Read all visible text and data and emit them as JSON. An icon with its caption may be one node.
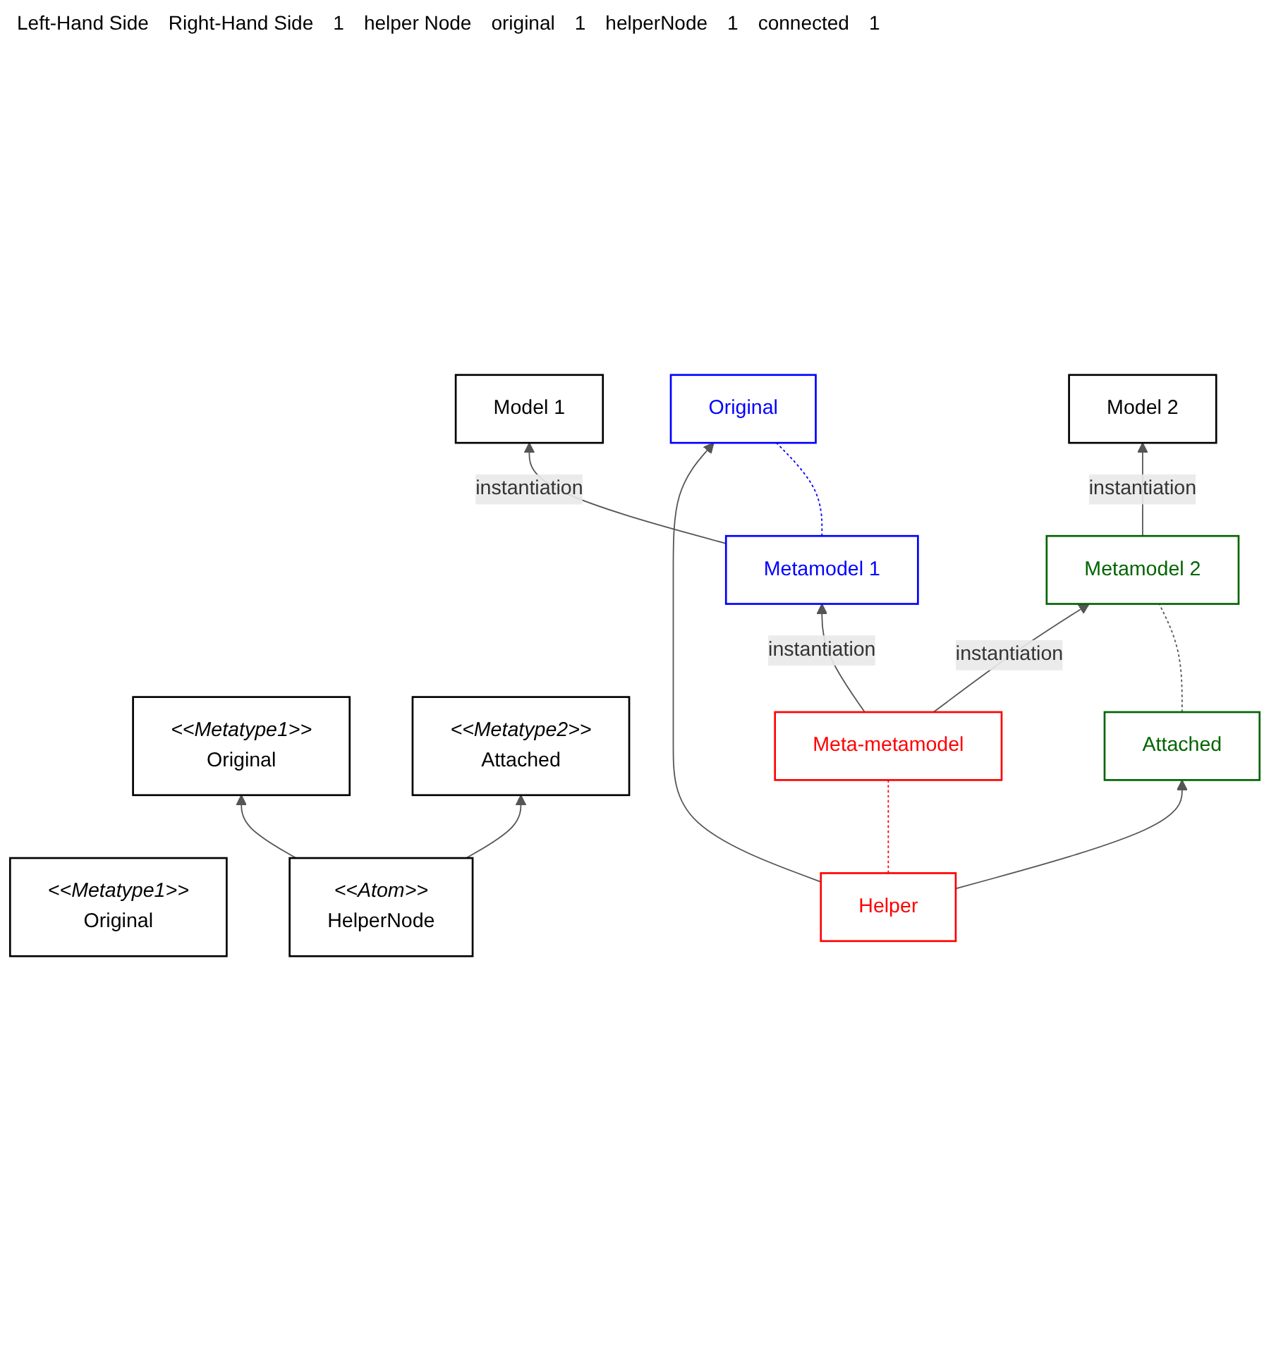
{
  "diagram": {
    "nodes": [
      {
        "text": [
          "<<Metatype1>>",
          "Original"
        ]
      },
      {
        "text": [
          "<<Metatype1>>",
          "Original"
        ]
      },
      {
        "text": [
          "<<Atom>>",
          "HelperNode"
        ]
      },
      {
        "text": [
          "<<Metatype2>>",
          "Attached"
        ]
      },
      {
        "text": [
          "Model 1"
        ]
      },
      {
        "text": [
          "Model 2"
        ]
      },
      {
        "text": [
          "Metamodel 1"
        ]
      },
      {
        "text": [
          "Original"
        ]
      },
      {
        "text": [
          "Attached"
        ]
      },
      {
        "text": [
          "Helper"
        ]
      },
      {
        "text": [
          "Metamodel 2"
        ]
      },
      {
        "text": [
          "Meta-metamodel"
        ]
      }
    ],
    "edges": [
      {
        "from": 2,
        "to": 1,
        "arrow": "to"
      },
      {
        "from": 2,
        "to": 3,
        "arrow": "to"
      },
      {
        "from": 6,
        "to": 4,
        "arrow": "to",
        "label": "instantiation"
      },
      {
        "from": 10,
        "to": 5,
        "arrow": "to",
        "label": "instantiation"
      },
      {
        "from": 6,
        "to": 7,
        "arrow": "none",
        "style": "dashed",
        "color": "#0000ff"
      },
      {
        "from": 9,
        "to": 7,
        "arrow": "to"
      },
      {
        "from": 9,
        "to": 8,
        "arrow": "to"
      },
      {
        "from": 8,
        "to": 10,
        "arrow": "none",
        "style": "dashed"
      },
      {
        "from": 11,
        "to": 6,
        "arrow": "to",
        "label": "instantiation"
      },
      {
        "from": 11,
        "to": 10,
        "arrow": "to",
        "label": "instantiation"
      },
      {
        "from": 9,
        "to": 11,
        "arrow": "none",
        "style": "dashed",
        "color": "#ff0000"
      }
    ],
    "labels": [
      "Left-Hand Side",
      "Right-Hand Side",
      "1",
      "helper Node",
      "original",
      "1",
      "helperNode",
      "1",
      "connected",
      "1"
    ]
  }
}
